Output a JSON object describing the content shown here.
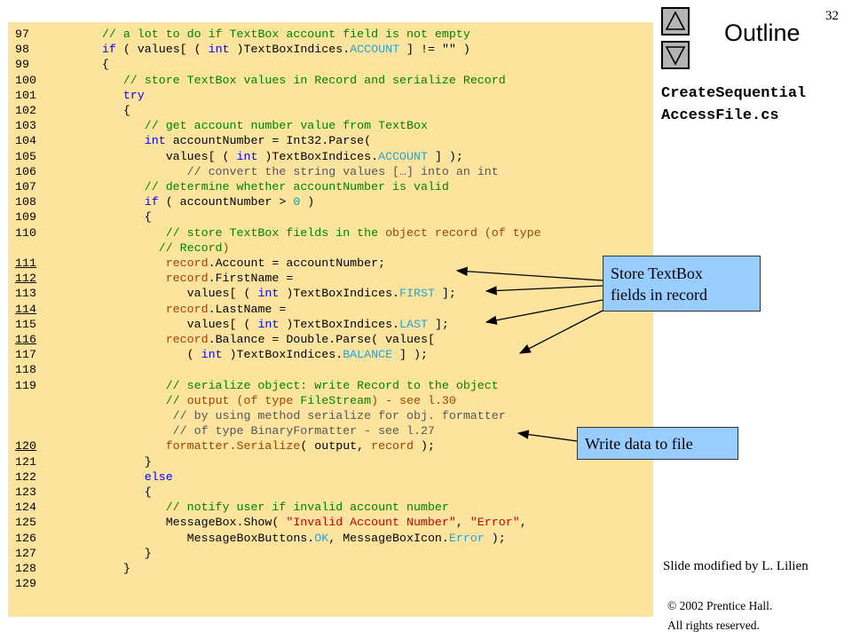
{
  "slide": {
    "page_number": "32",
    "outline_title": "Outline",
    "file_title_line1": "CreateSequential",
    "file_title_line2": "AccessFile.cs",
    "callout_record_line1": "Store TextBox",
    "callout_record_line2": "fields in record",
    "callout_write": "Write data to file",
    "slide_note": "Slide modified by L. Lilien",
    "copyright_line1": "© 2002 Prentice Hall.",
    "copyright_line2": "All rights reserved.",
    "nav_up_icon": "triangle-up-icon",
    "nav_down_icon": "triangle-down-icon"
  },
  "colors": {
    "code_background": "#fde49e",
    "comment": "#008000",
    "keyword": "#0000ff",
    "enum_member": "#1fa5d6",
    "callout_fill": "#99ccff",
    "nav_button": "#b4b4b4"
  },
  "code_lines": [
    {
      "ln": "97",
      "ul": false,
      "tokens": [
        {
          "t": "      ",
          "c": ""
        },
        {
          "t": "// a lot to do if TextBox account field is not empty",
          "c": "cm"
        }
      ]
    },
    {
      "ln": "98",
      "ul": false,
      "tokens": [
        {
          "t": "      ",
          "c": ""
        },
        {
          "t": "if",
          "c": "kw"
        },
        {
          "t": " ( values[ ( ",
          "c": ""
        },
        {
          "t": "int",
          "c": "kw"
        },
        {
          "t": " )TextBoxIndices.",
          "c": ""
        },
        {
          "t": "ACCOUNT",
          "c": "enum"
        },
        {
          "t": " ] != \"\" )",
          "c": ""
        }
      ]
    },
    {
      "ln": "99",
      "ul": false,
      "tokens": [
        {
          "t": "      {",
          "c": ""
        }
      ]
    },
    {
      "ln": "100",
      "ul": false,
      "tokens": [
        {
          "t": "         ",
          "c": ""
        },
        {
          "t": "// store TextBox values in Record and serialize Record",
          "c": "cm"
        }
      ]
    },
    {
      "ln": "101",
      "ul": false,
      "tokens": [
        {
          "t": "         ",
          "c": ""
        },
        {
          "t": "try",
          "c": "kw"
        }
      ]
    },
    {
      "ln": "102",
      "ul": false,
      "tokens": [
        {
          "t": "         {",
          "c": ""
        }
      ]
    },
    {
      "ln": "103",
      "ul": false,
      "tokens": [
        {
          "t": "            ",
          "c": ""
        },
        {
          "t": "// get account number value from TextBox",
          "c": "cm"
        }
      ]
    },
    {
      "ln": "104",
      "ul": false,
      "tokens": [
        {
          "t": "            ",
          "c": ""
        },
        {
          "t": "int",
          "c": "kw"
        },
        {
          "t": " accountNumber = Int32.Parse(",
          "c": ""
        }
      ]
    },
    {
      "ln": "105",
      "ul": false,
      "tokens": [
        {
          "t": "               values[ ( ",
          "c": ""
        },
        {
          "t": "int",
          "c": "kw"
        },
        {
          "t": " )TextBoxIndices.",
          "c": ""
        },
        {
          "t": "ACCOUNT",
          "c": "enum"
        },
        {
          "t": " ] );",
          "c": ""
        }
      ]
    },
    {
      "ln": "106",
      "ul": false,
      "tokens": [
        {
          "t": "                  ",
          "c": ""
        },
        {
          "t": "// convert the string values […] into an int",
          "c": "gray"
        }
      ]
    },
    {
      "ln": "107",
      "ul": false,
      "tokens": [
        {
          "t": "            ",
          "c": ""
        },
        {
          "t": "// determine whether accountNumber is valid",
          "c": "cm"
        }
      ]
    },
    {
      "ln": "108",
      "ul": false,
      "tokens": [
        {
          "t": "            ",
          "c": ""
        },
        {
          "t": "if",
          "c": "kw"
        },
        {
          "t": " ( accountNumber > ",
          "c": ""
        },
        {
          "t": "0",
          "c": "nm"
        },
        {
          "t": " )",
          "c": ""
        }
      ]
    },
    {
      "ln": "109",
      "ul": false,
      "tokens": [
        {
          "t": "            {",
          "c": ""
        }
      ]
    },
    {
      "ln": "110",
      "ul": false,
      "tokens": [
        {
          "t": "               ",
          "c": ""
        },
        {
          "t": "// store TextBox fields in the ",
          "c": "cm"
        },
        {
          "t": "object record (of type",
          "c": "tp"
        }
      ]
    },
    {
      "ln": "",
      "ul": false,
      "tokens": [
        {
          "t": "              ",
          "c": ""
        },
        {
          "t": "// Record",
          "c": "cm"
        },
        {
          "t": ")",
          "c": "tp"
        }
      ]
    },
    {
      "ln": "111",
      "ul": true,
      "tokens": [
        {
          "t": "               ",
          "c": ""
        },
        {
          "t": "record",
          "c": "tp"
        },
        {
          "t": ".Account = accountNumber;",
          "c": ""
        }
      ]
    },
    {
      "ln": "112",
      "ul": true,
      "tokens": [
        {
          "t": "               ",
          "c": ""
        },
        {
          "t": "record",
          "c": "tp"
        },
        {
          "t": ".FirstName =",
          "c": ""
        }
      ]
    },
    {
      "ln": "113",
      "ul": false,
      "tokens": [
        {
          "t": "                  values[ ( ",
          "c": ""
        },
        {
          "t": "int",
          "c": "kw"
        },
        {
          "t": " )TextBoxIndices.",
          "c": ""
        },
        {
          "t": "FIRST",
          "c": "enum"
        },
        {
          "t": " ];",
          "c": ""
        }
      ]
    },
    {
      "ln": "114",
      "ul": true,
      "tokens": [
        {
          "t": "               ",
          "c": ""
        },
        {
          "t": "record",
          "c": "tp"
        },
        {
          "t": ".LastName =",
          "c": ""
        }
      ]
    },
    {
      "ln": "115",
      "ul": false,
      "tokens": [
        {
          "t": "                  values[ ( ",
          "c": ""
        },
        {
          "t": "int",
          "c": "kw"
        },
        {
          "t": " )TextBoxIndices.",
          "c": ""
        },
        {
          "t": "LAST",
          "c": "enum"
        },
        {
          "t": " ];",
          "c": ""
        }
      ]
    },
    {
      "ln": "116",
      "ul": true,
      "tokens": [
        {
          "t": "               ",
          "c": ""
        },
        {
          "t": "record",
          "c": "tp"
        },
        {
          "t": ".Balance = Double.Parse( values[",
          "c": ""
        }
      ]
    },
    {
      "ln": "117",
      "ul": false,
      "tokens": [
        {
          "t": "                  ( ",
          "c": ""
        },
        {
          "t": "int",
          "c": "kw"
        },
        {
          "t": " )TextBoxIndices.",
          "c": ""
        },
        {
          "t": "BALANCE",
          "c": "enum"
        },
        {
          "t": " ] );",
          "c": ""
        }
      ]
    },
    {
      "ln": "118",
      "ul": false,
      "tokens": [
        {
          "t": "",
          "c": ""
        }
      ]
    },
    {
      "ln": "119",
      "ul": false,
      "tokens": [
        {
          "t": "               ",
          "c": ""
        },
        {
          "t": "// serialize object: write Record to the object",
          "c": "cm"
        }
      ]
    },
    {
      "ln": "",
      "ul": false,
      "tokens": [
        {
          "t": "               ",
          "c": ""
        },
        {
          "t": "// ",
          "c": "cm"
        },
        {
          "t": "output (of type ",
          "c": "tp"
        },
        {
          "t": "FileStream",
          "c": "cm"
        },
        {
          "t": ") - see l.30",
          "c": "tp"
        }
      ]
    },
    {
      "ln": "",
      "ul": false,
      "tokens": [
        {
          "t": "                ",
          "c": ""
        },
        {
          "t": "// by using method serialize for obj. formatter",
          "c": "gray"
        }
      ]
    },
    {
      "ln": "",
      "ul": false,
      "tokens": [
        {
          "t": "                ",
          "c": ""
        },
        {
          "t": "// of type BinaryFormatter - see l.27",
          "c": "gray"
        }
      ]
    },
    {
      "ln": "120",
      "ul": true,
      "tokens": [
        {
          "t": "               ",
          "c": ""
        },
        {
          "t": "formatter.Serialize",
          "c": "tp"
        },
        {
          "t": "( output, ",
          "c": ""
        },
        {
          "t": "record",
          "c": "tp"
        },
        {
          "t": " );",
          "c": ""
        }
      ]
    },
    {
      "ln": "121",
      "ul": false,
      "tokens": [
        {
          "t": "            }",
          "c": ""
        }
      ]
    },
    {
      "ln": "122",
      "ul": false,
      "tokens": [
        {
          "t": "            ",
          "c": ""
        },
        {
          "t": "else",
          "c": "kw"
        }
      ]
    },
    {
      "ln": "123",
      "ul": false,
      "tokens": [
        {
          "t": "            {",
          "c": ""
        }
      ]
    },
    {
      "ln": "124",
      "ul": false,
      "tokens": [
        {
          "t": "               ",
          "c": ""
        },
        {
          "t": "// notify user if invalid account number",
          "c": "cm"
        }
      ]
    },
    {
      "ln": "125",
      "ul": false,
      "tokens": [
        {
          "t": "               MessageBox.Show( ",
          "c": ""
        },
        {
          "t": "\"Invalid Account Number\"",
          "c": "st"
        },
        {
          "t": ", ",
          "c": ""
        },
        {
          "t": "\"Error\"",
          "c": "st"
        },
        {
          "t": ",",
          "c": ""
        }
      ]
    },
    {
      "ln": "126",
      "ul": false,
      "tokens": [
        {
          "t": "                  MessageBoxButtons.",
          "c": ""
        },
        {
          "t": "OK",
          "c": "enum"
        },
        {
          "t": ", MessageBoxIcon.",
          "c": ""
        },
        {
          "t": "Error",
          "c": "enum"
        },
        {
          "t": " );",
          "c": ""
        }
      ]
    },
    {
      "ln": "127",
      "ul": false,
      "tokens": [
        {
          "t": "            }",
          "c": ""
        }
      ]
    },
    {
      "ln": "128",
      "ul": false,
      "tokens": [
        {
          "t": "         }",
          "c": ""
        }
      ]
    },
    {
      "ln": "129",
      "ul": false,
      "tokens": [
        {
          "t": "",
          "c": ""
        }
      ]
    }
  ]
}
